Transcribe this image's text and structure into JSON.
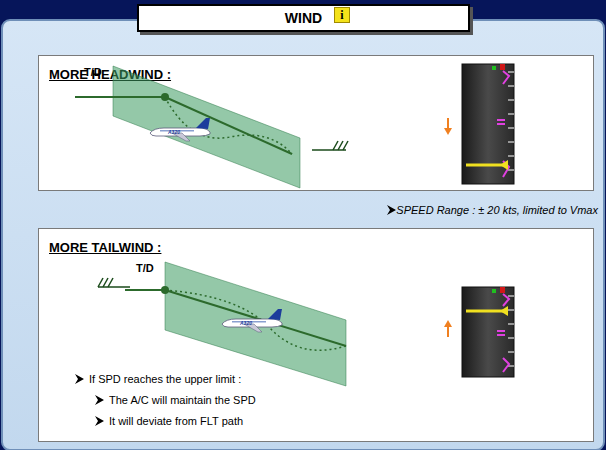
{
  "diagram": {
    "title": "WIND",
    "nodes": [
      {
        "text": [
          "MORE HEADWIND :"
        ]
      },
      {
        "text": [
          "MORE TAILWIND :",
          "If SPD reaches the upper limit :",
          "The A/C will maintain the SPD",
          "It will deviate from FLT path"
        ]
      }
    ],
    "labels": [
      "T/D",
      "A320",
      "SPEED Range : ± 20 kts, limited to Vmax",
      "T/D",
      "A320",
      "i"
    ]
  }
}
